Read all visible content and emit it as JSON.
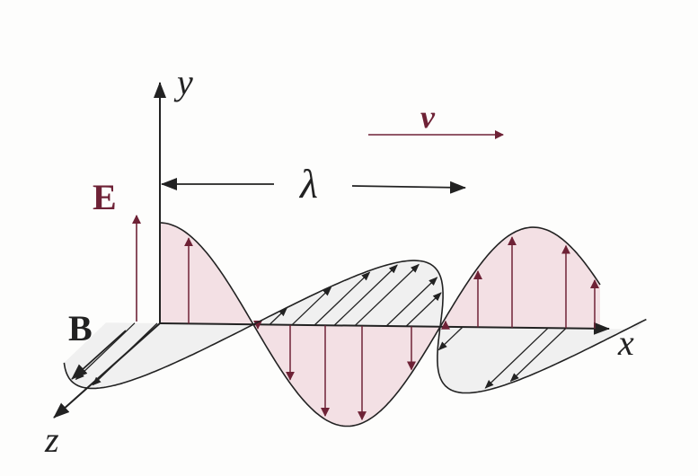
{
  "labels": {
    "y_axis": "y",
    "x_axis": "x",
    "z_axis": "z",
    "velocity": "v",
    "wavelength": "λ",
    "electric_field": "E",
    "magnetic_field": "B"
  },
  "colors": {
    "electric": "#6e2236",
    "electric_fill": "#f3e0e4",
    "magnetic_fill": "#ececec",
    "ink": "#222222",
    "background": "#fdfdfc"
  }
}
